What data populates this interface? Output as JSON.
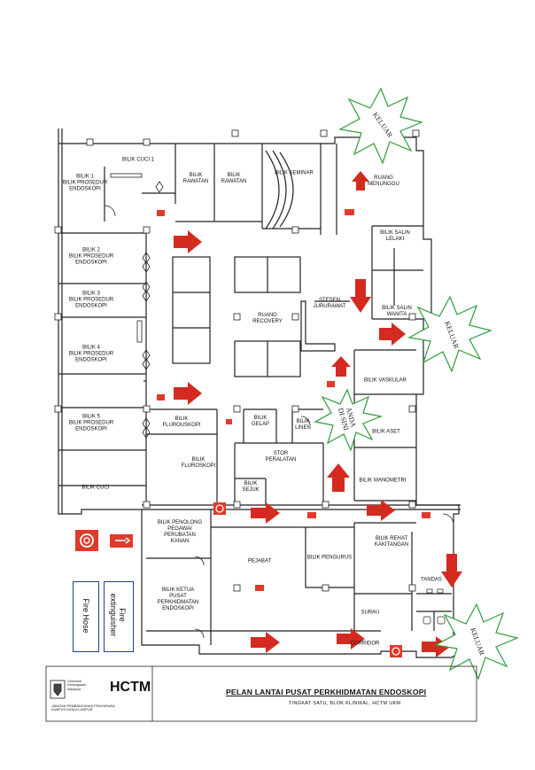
{
  "rooms": [
    {
      "id": "bilik-cuci-1",
      "text": "BILIK CUCI 1"
    },
    {
      "id": "bilik-1",
      "text": "BILIK 1\nBILIK PROSEDUR\nENDOSKOPI"
    },
    {
      "id": "bilik-rawatan-1",
      "text": "BILIK\nRAWATAN"
    },
    {
      "id": "bilik-rawatan-2",
      "text": "BILIK\nRAWATAN"
    },
    {
      "id": "bilik-seminar",
      "text": "BILIK SEMINAR"
    },
    {
      "id": "ruang-menunggu",
      "text": "RUANG\nMENUNGGU"
    },
    {
      "id": "bilik-2",
      "text": "BILIK 2\nBILIK PROSEDUR\nENDOSKOPI"
    },
    {
      "id": "bilik-salin-lelaki",
      "text": "BILIK SALIN\nLELAKI"
    },
    {
      "id": "bilik-3",
      "text": "BILIK 3\nBILIK PROSEDUR\nENDOSKOPI"
    },
    {
      "id": "stesen-jururawat",
      "text": "STESEN\nJURURAWAT"
    },
    {
      "id": "bilik-salin-wanita",
      "text": "BILIK SALIN\nWANITA"
    },
    {
      "id": "ruang-recovery",
      "text": "RUANG\nRECOVERY"
    },
    {
      "id": "bilik-4",
      "text": "BILIK 4\nBILIK PROSEDUR\nENDOSKOPI"
    },
    {
      "id": "bilik-vaskular",
      "text": "BILIK VASKULAR"
    },
    {
      "id": "bilik-5",
      "text": "BILIK 5\nBILIK PROSEDUR\nENDOSKOPI"
    },
    {
      "id": "bilik-fluroskopi-small",
      "text": "BILIK\nFLUROUSKOPI"
    },
    {
      "id": "bilik-gelap",
      "text": "BILIK\nGELAP"
    },
    {
      "id": "bilik-linen",
      "text": "BILIK\nLINEN"
    },
    {
      "id": "bilik-aset",
      "text": "BILIK ASET"
    },
    {
      "id": "stor-peralatan",
      "text": "STOR\nPERALATAN"
    },
    {
      "id": "bilik-cuci",
      "text": "BILIK CUCI"
    },
    {
      "id": "bilik-fluroskopi",
      "text": "BILIK\nFLUROSKOPI"
    },
    {
      "id": "bilik-manometri",
      "text": "BILIK MANOMETRI"
    },
    {
      "id": "bilik-sejuk",
      "text": "BILIK\nSEJUK"
    },
    {
      "id": "bilik-penolong",
      "text": "BILIK PENOLONG\nPEGAWAI\nPERUBATAN\nKANAN"
    },
    {
      "id": "bilik-pengurus",
      "text": "BILIK PENGURUS"
    },
    {
      "id": "bilik-rehat",
      "text": "BILIK REHAT\nKAKITANGAN"
    },
    {
      "id": "pejabat",
      "text": "PEJABAT"
    },
    {
      "id": "bilik-ketua",
      "text": "BILIK KETUA\nPUSAT\nPERKHIDMATAN\nENDOSKOPI"
    },
    {
      "id": "tandas",
      "text": "TANDAS"
    },
    {
      "id": "surau",
      "text": "SURAU"
    },
    {
      "id": "corridor",
      "text": "CORRIDOR"
    }
  ],
  "exits": [
    {
      "id": "keluar-top",
      "text": "KELUAR"
    },
    {
      "id": "keluar-right",
      "text": "KELUAR"
    },
    {
      "id": "keluar-bottom",
      "text": "KELUAR"
    }
  ],
  "you_are_here": "ANDA\nDI SINI",
  "legend": {
    "fire_hose": "Fire Hose",
    "fire_extinguisher": "Fire\nextinguisher"
  },
  "footer": {
    "title": "PELAN LANTAI PUSAT PERKHIDMATAN ENDOSKOPI",
    "subtitle": "TINGKAT SATU, BLOK KLINIKAL, HCTM UKM",
    "logo_text": "HCTM",
    "crest_text": "Universiti\nKebangsaan\nMalaysia",
    "dept_text": "JABATAN PEMBANGUNAN PRASARANA\nKAMPUS KUALA LUMPUR"
  },
  "colors": {
    "arrow": "#d42a1f",
    "burst": "#2f9b3a",
    "wall": "#222222",
    "legend_border": "#1f3f9a",
    "fire_hose": "#e03a2c"
  }
}
